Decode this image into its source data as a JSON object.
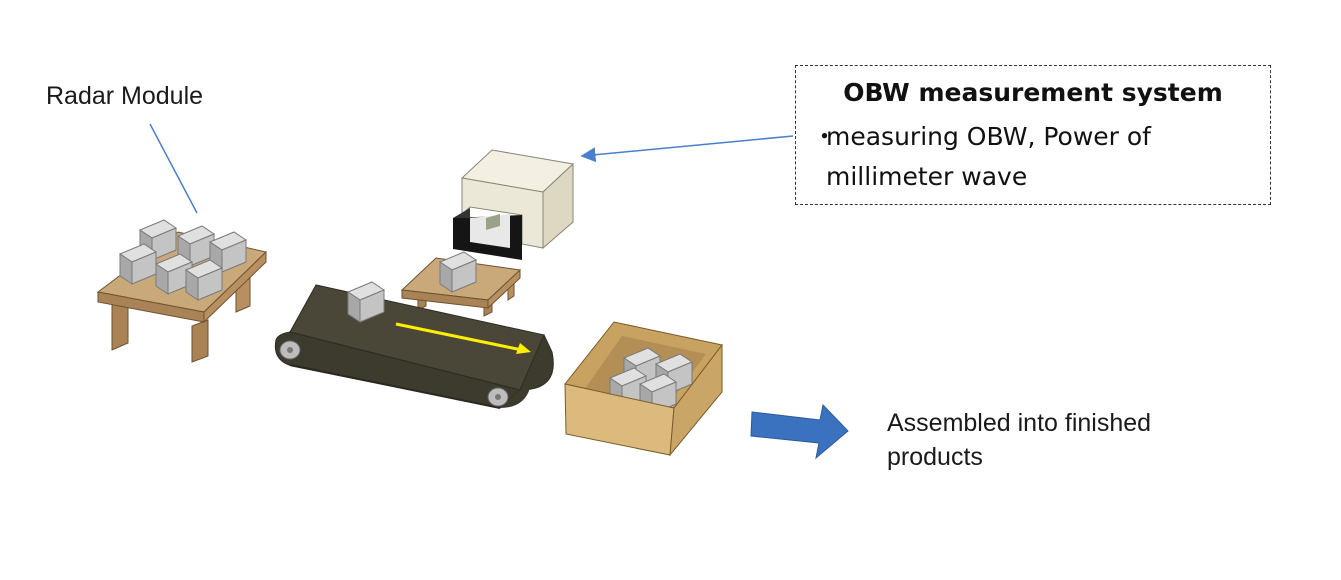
{
  "labels": {
    "radar_module": "Radar Module",
    "assembled": "Assembled into finished products"
  },
  "obw_box": {
    "title": "OBW measurement system",
    "bullet": "・",
    "description": "measuring OBW, Power of millimeter wave"
  },
  "colors": {
    "wood_top": "#c9a97a",
    "wood_side": "#a98355",
    "belt": "#4a4738",
    "module": "#c8c8c8",
    "chamber": "#ece8d8",
    "box": "#dcb97d",
    "flow_arrow": "#3a72c0",
    "direction_arrow": "#ffef00",
    "leader_line": "#4a7fcc"
  }
}
